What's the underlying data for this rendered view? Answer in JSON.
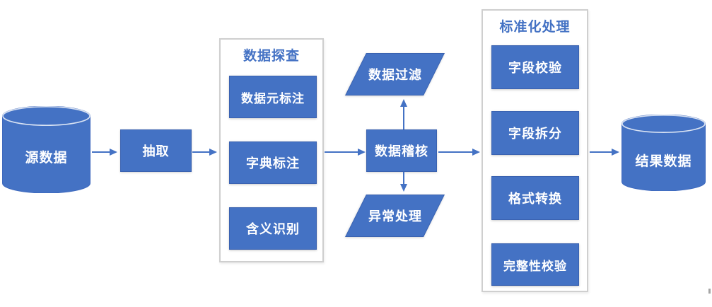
{
  "diagram": {
    "source_db": {
      "label": "源数据"
    },
    "extract": {
      "label": "抽取"
    },
    "explore_group": {
      "title": "数据探查",
      "items": [
        {
          "label": "数据元标注"
        },
        {
          "label": "字典标注"
        },
        {
          "label": "含义识别"
        }
      ]
    },
    "audit": {
      "label": "数据稽核"
    },
    "filter": {
      "label": "数据过滤"
    },
    "exception": {
      "label": "异常处理"
    },
    "standard_group": {
      "title": "标准化处理",
      "items": [
        {
          "label": "字段校验"
        },
        {
          "label": "字段拆分"
        },
        {
          "label": "格式转换"
        },
        {
          "label": "完整性校验"
        }
      ]
    },
    "result_db": {
      "label": "结果数据"
    },
    "colors": {
      "shape_fill": "#4472C4",
      "shape_border": "#3A62B0",
      "arrow": "#4472C4",
      "group_title_text": "#4472C4",
      "group_border": "#CFCFCF",
      "label_text": "#FFFFFF"
    }
  }
}
